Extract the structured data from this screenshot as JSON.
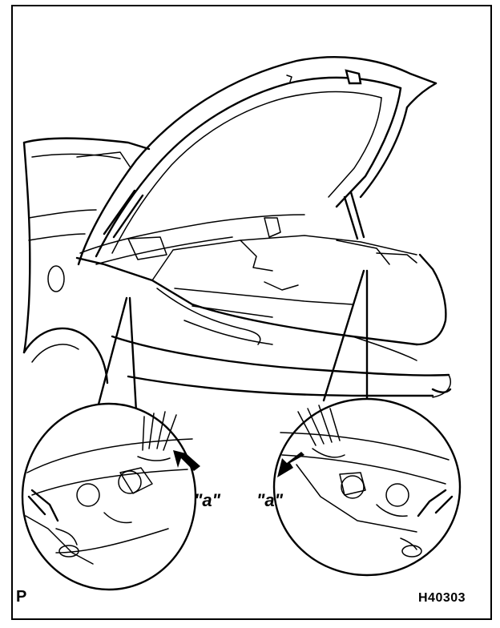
{
  "labels": {
    "callout_left": "\"a\"",
    "callout_right": "\"a\"",
    "corner_mark": "P",
    "figure_id": "H40303"
  },
  "colors": {
    "line": "#000000",
    "background": "#ffffff"
  },
  "icons": {
    "pointer": "arrow-icon"
  }
}
